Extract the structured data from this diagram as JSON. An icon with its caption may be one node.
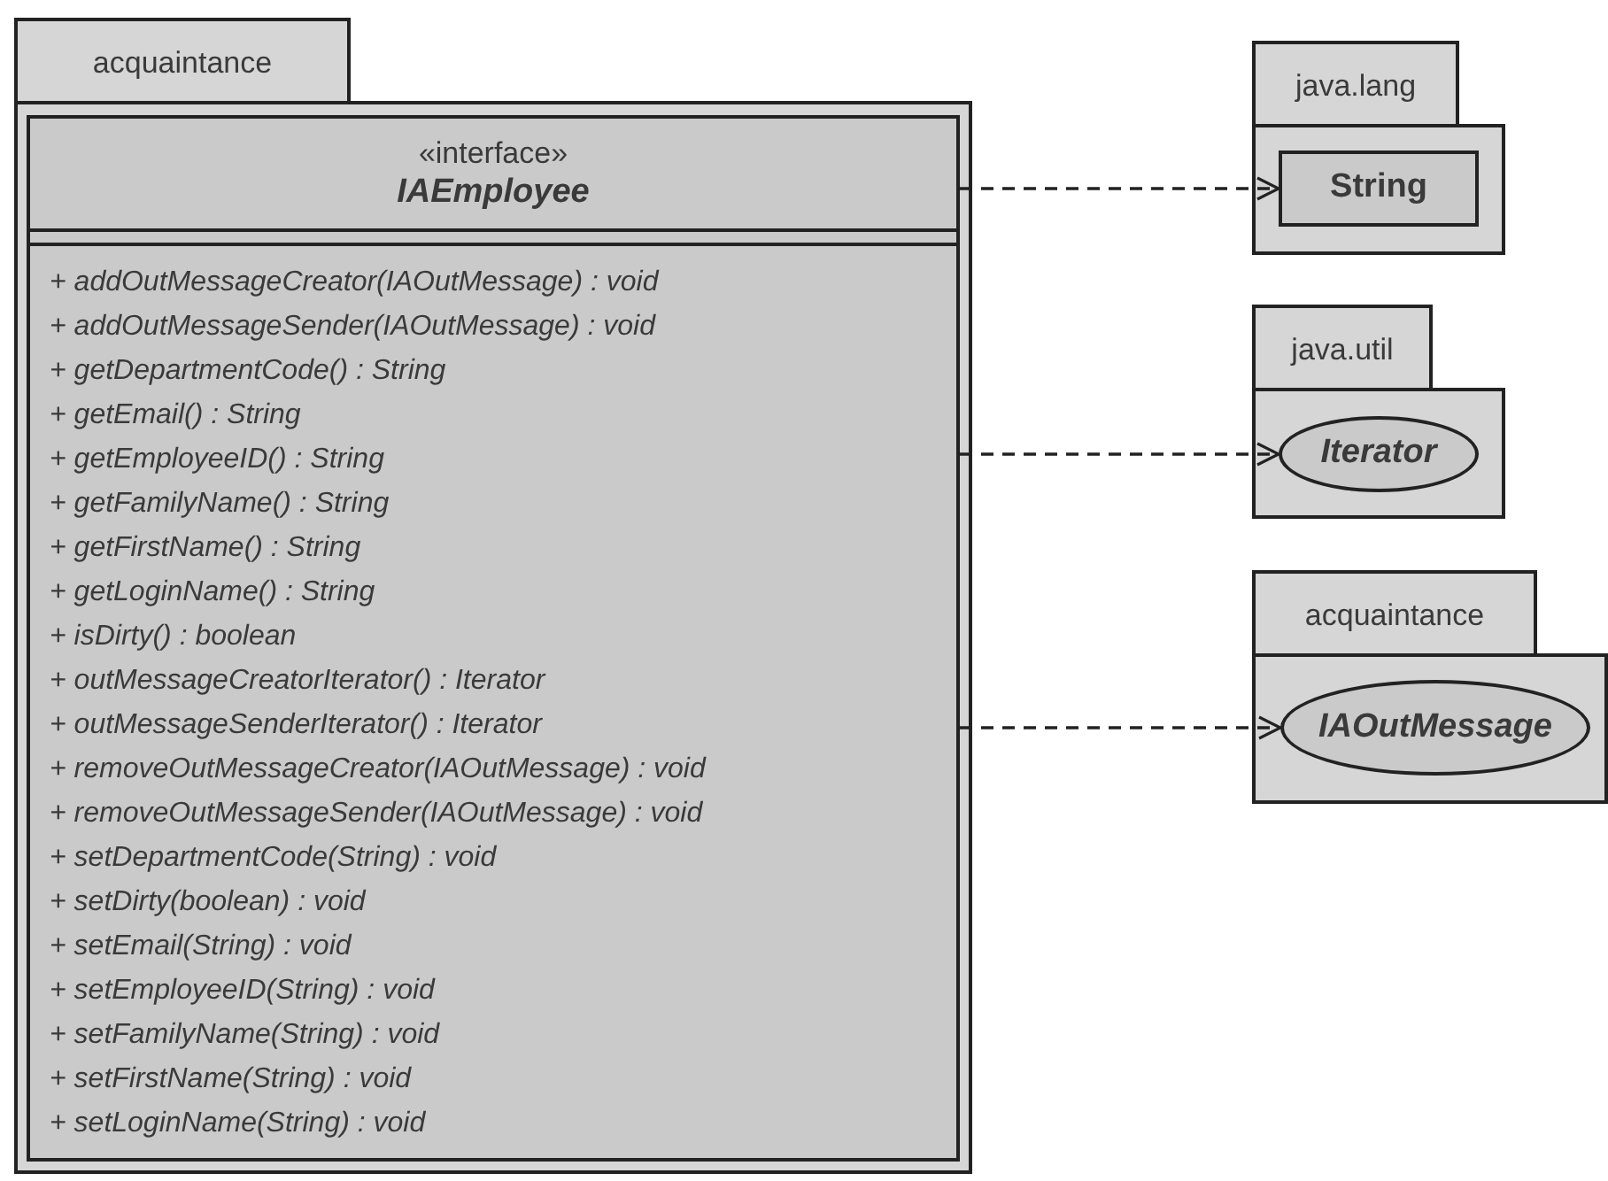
{
  "diagram": {
    "nodes": [
      {
        "text": [
          "acquaintance"
        ]
      },
      {
        "text": [
          "«interface»",
          "IAEmployee",
          "+ addOutMessageCreator(IAOutMessage) : void",
          "+ addOutMessageSender(IAOutMessage) : void",
          "+ getDepartmentCode() : String",
          "+ getEmail() : String",
          "+ getEmployeeID() : String",
          "+ getFamilyName() : String",
          "+ getFirstName() : String",
          "+ getLoginName() : String",
          "+ isDirty() : boolean",
          "+ outMessageCreatorIterator() : Iterator",
          "+ outMessageSenderIterator() : Iterator",
          "+ removeOutMessageCreator(IAOutMessage) : void",
          "+ removeOutMessageSender(IAOutMessage) : void",
          "+ setDepartmentCode(String) : void",
          "+ setDirty(boolean) : void",
          "+ setEmail(String) : void",
          "+ setEmployeeID(String) : void",
          "+ setFamilyName(String) : void",
          "+ setFirstName(String) : void",
          "+ setLoginName(String) : void"
        ],
        "in": 0
      },
      {
        "text": [
          "java.lang"
        ]
      },
      {
        "text": [
          "String"
        ],
        "in": 2
      },
      {
        "text": [
          "java.util"
        ]
      },
      {
        "text": [
          "Iterator"
        ],
        "in": 4
      },
      {
        "text": [
          "acquaintance"
        ]
      },
      {
        "text": [
          "IAOutMessage"
        ],
        "in": 6
      }
    ],
    "edges": [
      {
        "from": 1,
        "to": 3,
        "arrow": "to",
        "style": "dashed"
      },
      {
        "from": 1,
        "to": 5,
        "arrow": "to",
        "style": "dashed"
      },
      {
        "from": 1,
        "to": 7,
        "arrow": "to",
        "style": "dashed"
      }
    ]
  }
}
